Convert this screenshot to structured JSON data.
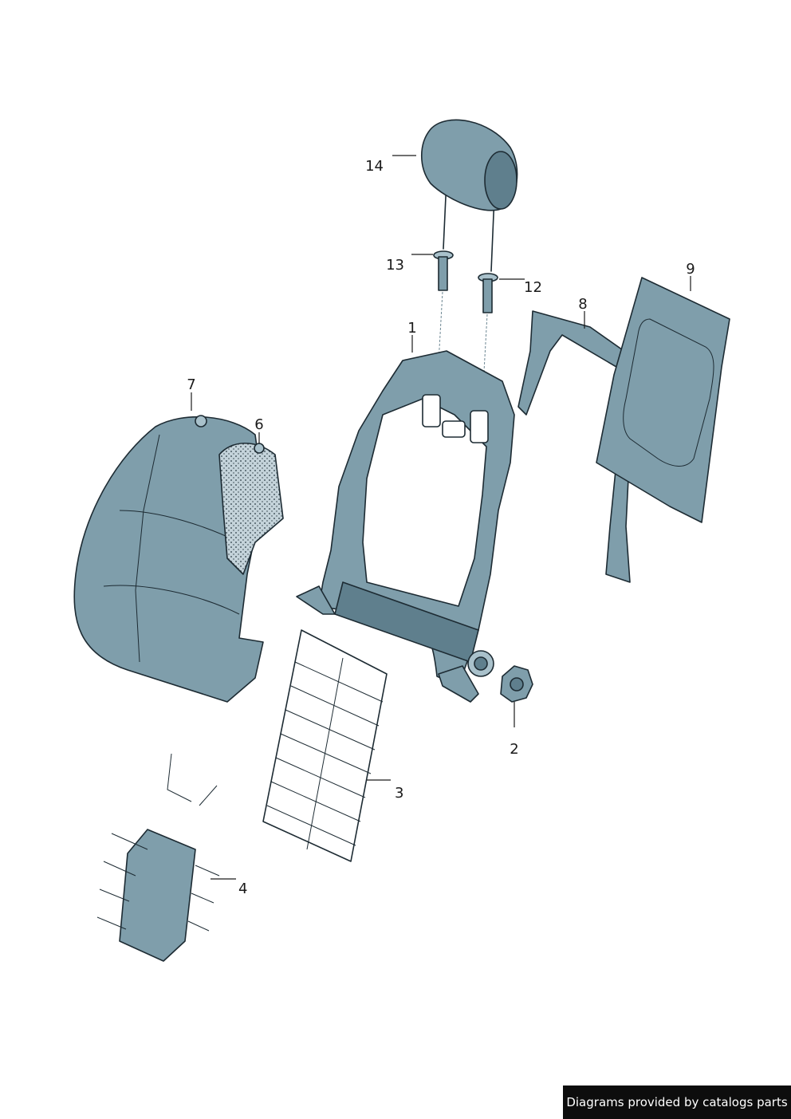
{
  "callouts": [
    {
      "id": "1",
      "label": "1"
    },
    {
      "id": "2",
      "label": "2"
    },
    {
      "id": "3",
      "label": "3"
    },
    {
      "id": "4",
      "label": "4"
    },
    {
      "id": "6",
      "label": "6"
    },
    {
      "id": "7",
      "label": "7"
    },
    {
      "id": "8",
      "label": "8"
    },
    {
      "id": "9",
      "label": "9"
    },
    {
      "id": "12",
      "label": "12"
    },
    {
      "id": "13",
      "label": "13"
    },
    {
      "id": "14",
      "label": "14"
    }
  ],
  "credit": "Diagrams provided by catalogs parts",
  "colors": {
    "part_fill": "#7f9eab",
    "part_dark": "#5f7f8d",
    "part_light": "#a9c1cb",
    "outline": "#1d2b33",
    "foam": "#c4d3da"
  }
}
